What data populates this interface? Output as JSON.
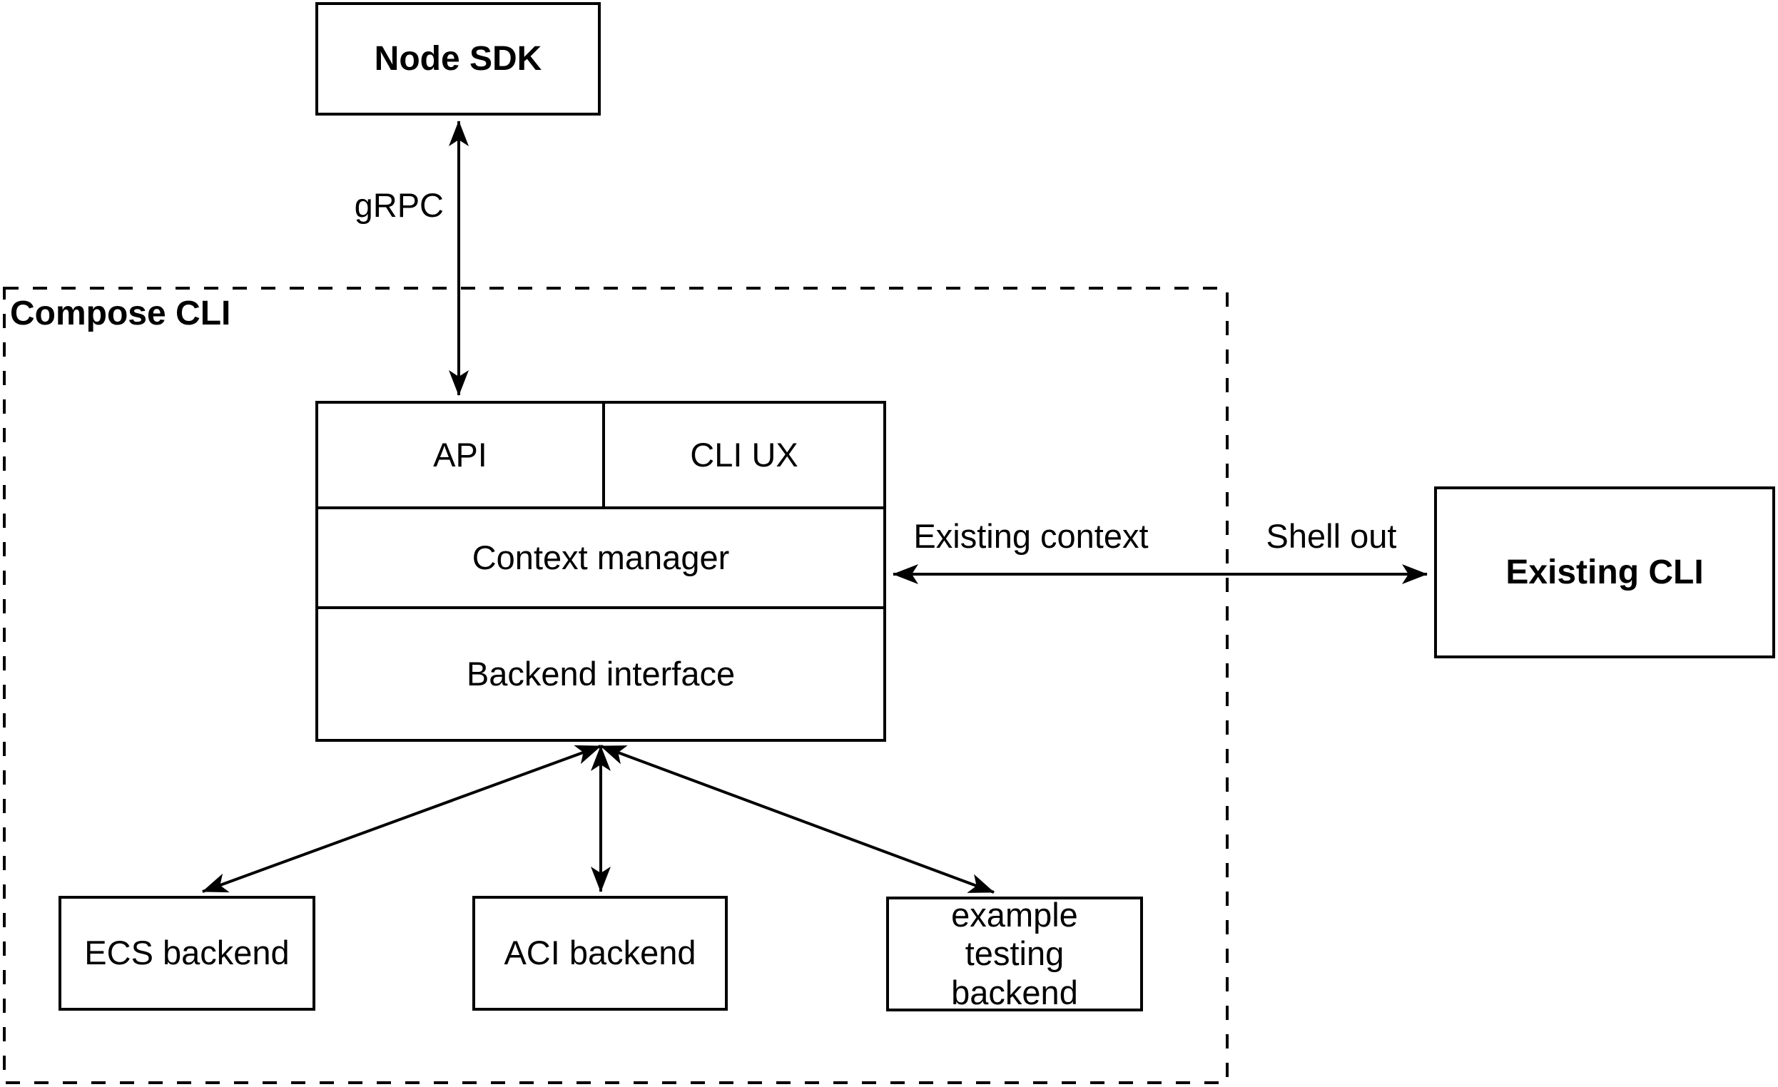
{
  "colors": {
    "background": "#ffffff",
    "stroke": "#000000",
    "text": "#000000"
  },
  "nodes": {
    "node_sdk": {
      "label": "Node SDK"
    },
    "compose_cli_group": {
      "label": "Compose CLI"
    },
    "main_stack": {
      "api": {
        "label": "API"
      },
      "cli_ux": {
        "label": "CLI UX"
      },
      "context_manager": {
        "label": "Context manager"
      },
      "backend_interface": {
        "label": "Backend interface"
      }
    },
    "existing_cli": {
      "label": "Existing CLI"
    },
    "backends": {
      "ecs": {
        "label": "ECS backend"
      },
      "aci": {
        "label": "ACI backend"
      },
      "example_testing": {
        "label": "example testing backend"
      }
    }
  },
  "edge_labels": {
    "grpc": "gRPC",
    "existing_context": "Existing context",
    "shell_out": "Shell out"
  }
}
